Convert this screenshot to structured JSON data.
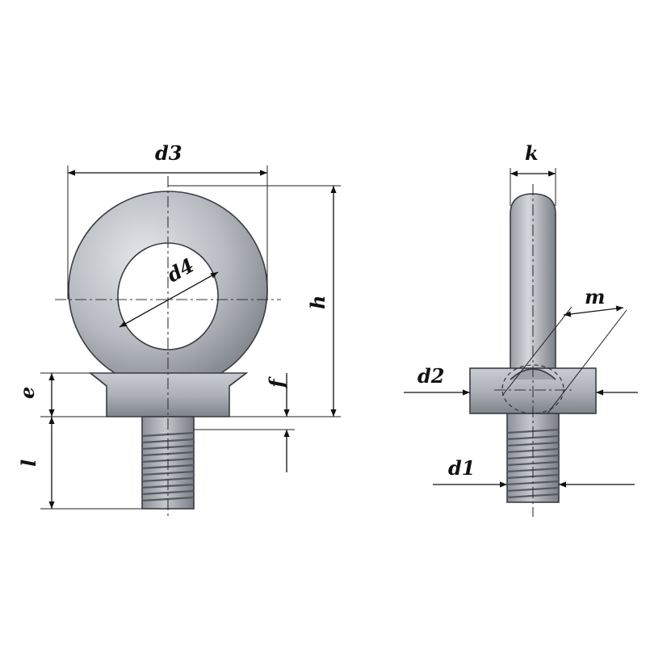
{
  "labels": {
    "d3": "d3",
    "d4": "d4",
    "h": "h",
    "e": "e",
    "f": "f",
    "l": "l",
    "k": "k",
    "m": "m",
    "d2": "d2",
    "d1": "d1"
  },
  "colors": {
    "metal_light": "#d6d9dd",
    "metal_mid": "#a9adb3",
    "metal_dark": "#6e7278",
    "line": "#111111"
  }
}
